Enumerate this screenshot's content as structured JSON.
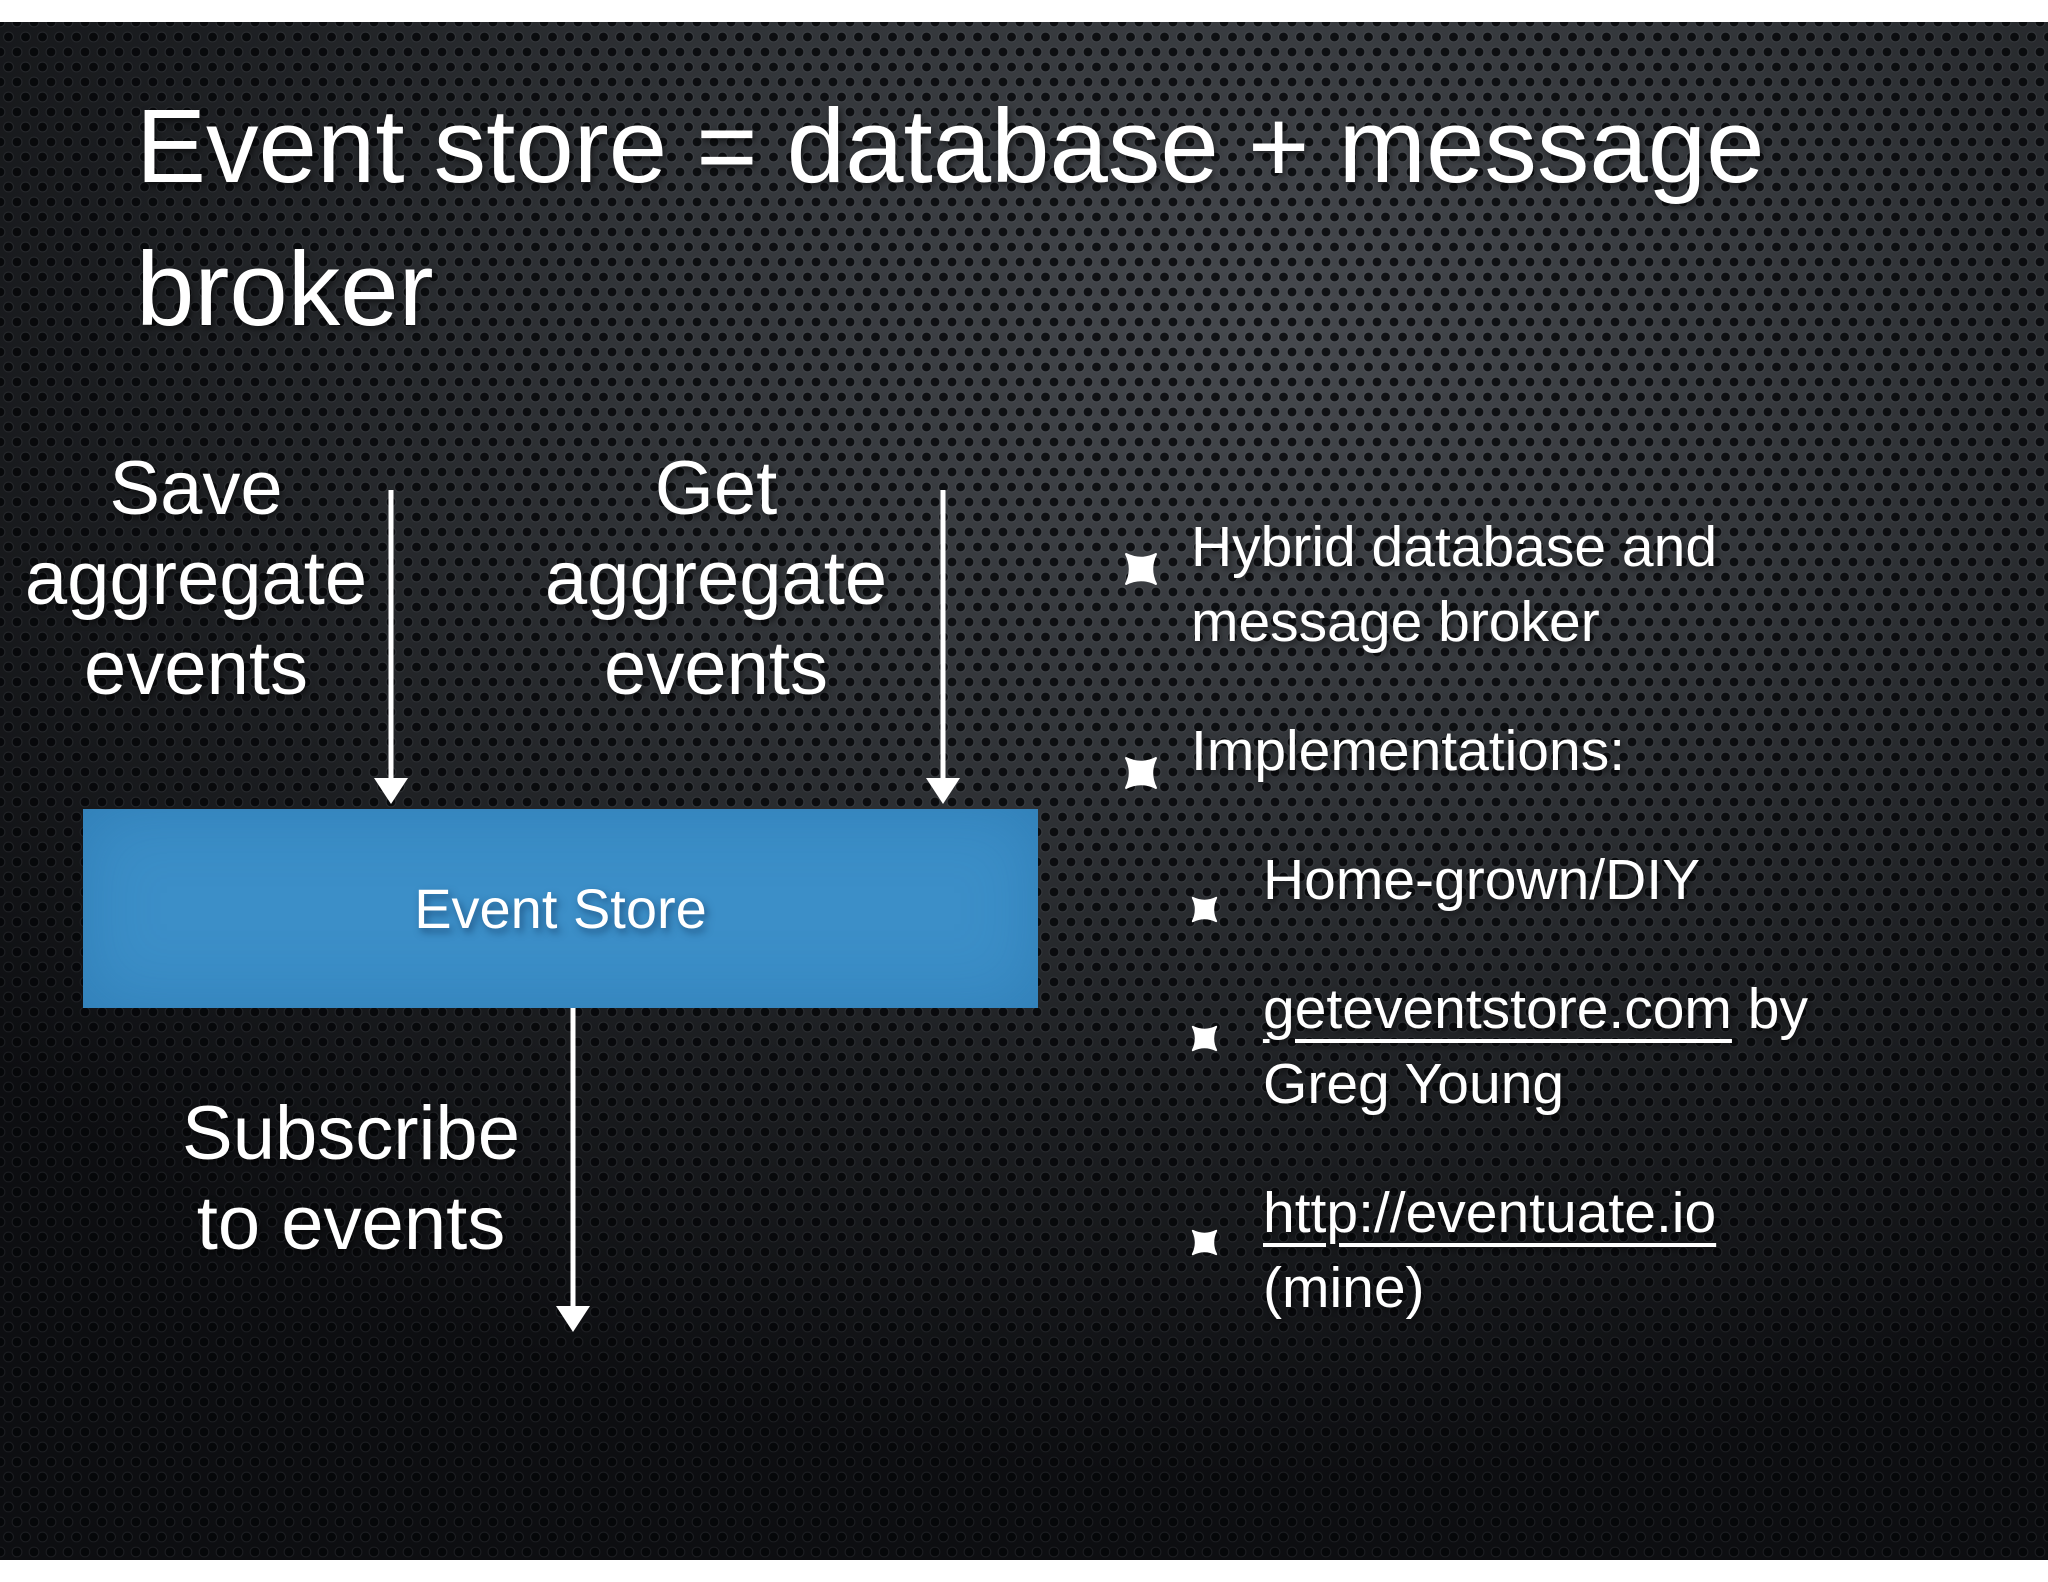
{
  "slide": {
    "title": {
      "lines": [
        "Event store = database + message",
        "broker"
      ]
    },
    "diagram": {
      "save_label": {
        "lines": [
          "Save",
          "aggregate",
          "events"
        ]
      },
      "get_label": {
        "lines": [
          "Get",
          "aggregate",
          "events"
        ]
      },
      "subscribe_label": {
        "lines": [
          "Subscribe",
          "to events"
        ]
      },
      "event_store_box": {
        "label": "Event Store",
        "color": "#3c8fc8"
      }
    },
    "bullet_list": {
      "items": [
        {
          "level": 1,
          "lines": [
            [
              {
                "text": "Hybrid database and"
              }
            ],
            [
              {
                "text": "message broker"
              }
            ]
          ]
        },
        {
          "level": 1,
          "lines": [
            [
              {
                "text": "Implementations:"
              }
            ]
          ]
        },
        {
          "level": 2,
          "lines": [
            [
              {
                "text": "Home-grown/DIY"
              }
            ]
          ]
        },
        {
          "level": 2,
          "lines": [
            [
              {
                "text": "geteventstore.com",
                "underline": true,
                "link": true
              },
              {
                "text": " by"
              }
            ],
            [
              {
                "text": "Greg Young"
              }
            ]
          ]
        },
        {
          "level": 2,
          "lines": [
            [
              {
                "text": "http://eventuate.io",
                "underline": true,
                "link": true
              }
            ],
            [
              {
                "text": "(mine)"
              }
            ]
          ]
        }
      ]
    },
    "colors": {
      "background_base": "#232629",
      "text": "#ffffff",
      "accent_blue": "#3c8fc8"
    }
  }
}
